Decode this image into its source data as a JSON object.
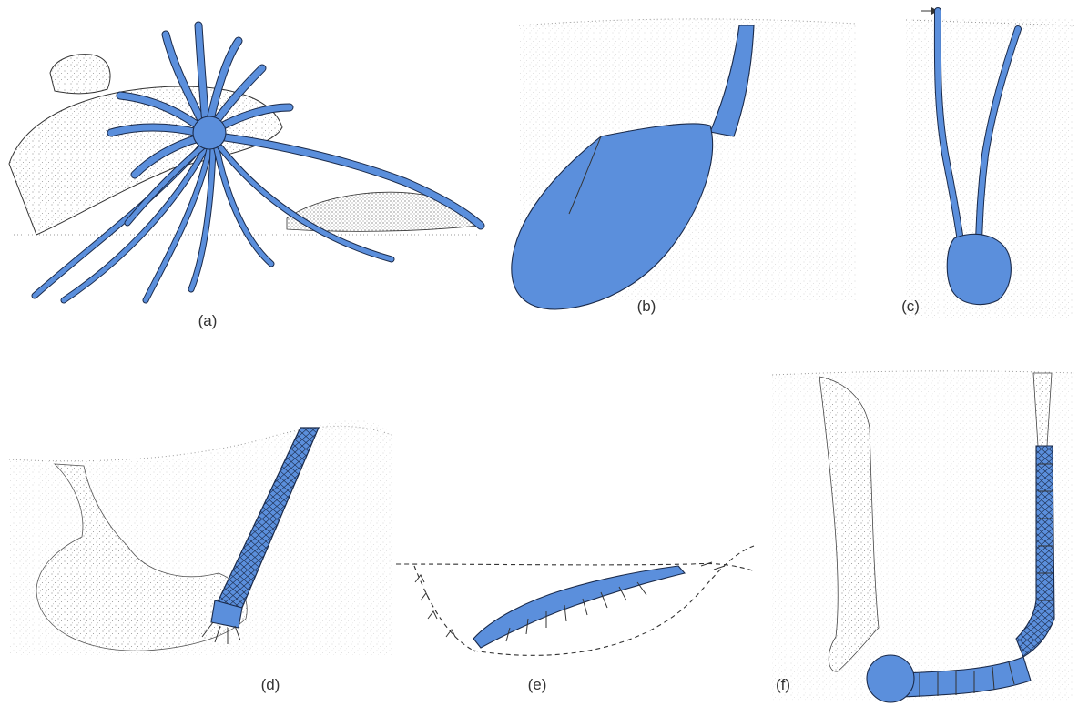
{
  "colors": {
    "organism": "#5b8fdc",
    "outline": "#1a2a4a",
    "sediment": "#8c8c8c",
    "paper": "#ffffff"
  },
  "panels": [
    {
      "id": "a",
      "label": "(a)"
    },
    {
      "id": "b",
      "label": "(b)"
    },
    {
      "id": "c",
      "label": "(c)"
    },
    {
      "id": "d",
      "label": "(d)"
    },
    {
      "id": "e",
      "label": "(e)"
    },
    {
      "id": "f",
      "label": "(f)"
    }
  ]
}
